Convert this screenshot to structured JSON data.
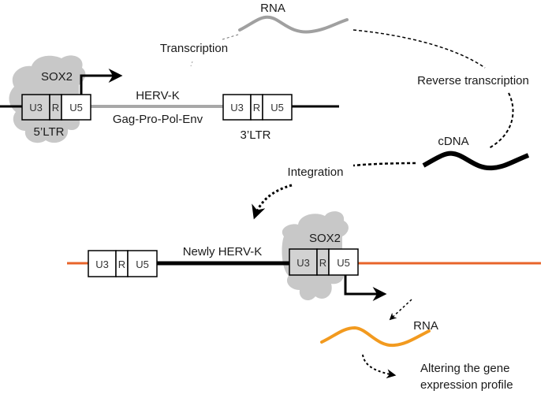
{
  "colors": {
    "protein": "#c8c8c8",
    "rna_top": "#a0a0a0",
    "rna_bottom": "#f29a1f",
    "host_dna": "#e8642a",
    "herv_body_top": "#a8a8a8",
    "black": "#000000"
  },
  "top": {
    "rna_label": "RNA",
    "transcription_label": "Transcription",
    "reverse_transcription_label": "Reverse transcription",
    "cdna_label": "cDNA",
    "integration_label": "Integration",
    "sox2_label": "SOX2",
    "herv_label": "HERV-K",
    "genes_label": "Gag-Pro-Pol-Env",
    "ltr5_label": "5’LTR",
    "ltr3_label": "3’LTR",
    "ltr5": {
      "u3": "U3",
      "r": "R",
      "u5": "U5"
    },
    "ltr3": {
      "u3": "U3",
      "r": "R",
      "u5": "U5"
    }
  },
  "bottom": {
    "newly_label": "Newly HERV-K",
    "sox2_label": "SOX2",
    "ltr_left": {
      "u3": "U3",
      "r": "R",
      "u5": "U5"
    },
    "ltr_right": {
      "u3": "U3",
      "r": "R",
      "u5": "U5"
    },
    "rna_label": "RNA",
    "outcome_line1": "Altering the gene",
    "outcome_line2": "expression profile"
  }
}
